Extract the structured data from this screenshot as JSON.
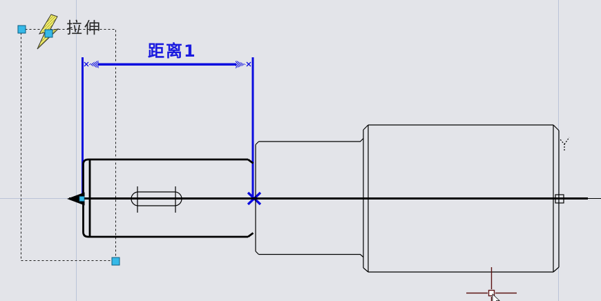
{
  "canvas": {
    "background_color": "#e3e4e9",
    "axis_guide_color": "#bac3d8",
    "drawing_line_color": "#000000"
  },
  "stretch_action": {
    "label": "拉伸",
    "icon": "lightning-bolt-icon",
    "frame": "dashed-selection-frame",
    "grip_color": "#35b9e8",
    "grip_count": 3
  },
  "linear_parameter": {
    "label": "距离1",
    "color": "#0b0bdf",
    "left_marker": "hatched-arrow-grip",
    "right_marker": "hatched-arrow-grip",
    "point_marker": "blue-x-marker"
  },
  "shaft_drawing": {
    "features": "stepped-shaft, keyway-slot, centerline, left-end-arrowhead, chamfered-right-end, square-node-marker, y-surface-symbol"
  },
  "cursor": {
    "type": "crosshair-with-pickbox",
    "color": "#5c1212",
    "pointer": "mouse-arrow-icon"
  }
}
